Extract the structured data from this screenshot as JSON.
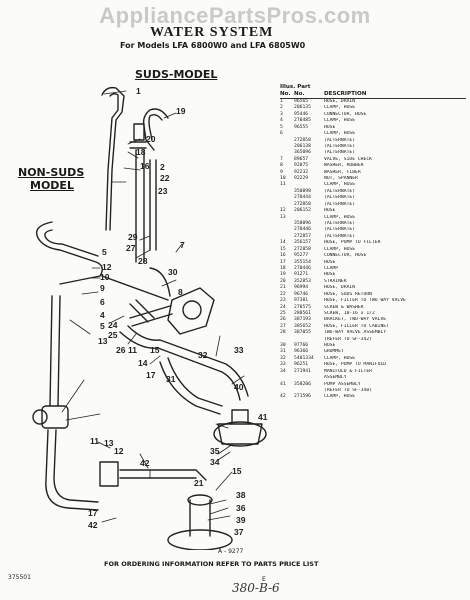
{
  "watermark": "AppliancePartsPros.com",
  "title": "WATER SYSTEM",
  "subtitle": "For Models LFA 6800W0 and LFA 6805W0",
  "suds_label": "SUDS-MODEL",
  "nonsuds_label_line1": "NON-SUDS",
  "nonsuds_label_line2": "MODEL",
  "parts_header": {
    "line1": "Illus. Part",
    "item": "No.",
    "part": "No.",
    "desc": "DESCRIPTION"
  },
  "parts": [
    {
      "item": "1",
      "part": "96565",
      "desc": "HOSE, DRAIN"
    },
    {
      "item": "2",
      "part": "206135",
      "desc": "CLAMP, HOSE"
    },
    {
      "item": "3",
      "part": "95446",
      "desc": "CONNECTOR, HOSE"
    },
    {
      "item": "4",
      "part": "270485",
      "desc": "CLAMP, HOSE"
    },
    {
      "item": "5",
      "part": "96555",
      "desc": "HOSE"
    },
    {
      "item": "6",
      "part": "",
      "desc": "CLAMP, HOSE"
    },
    {
      "item": "",
      "part": "272858",
      "desc": "(ALTERNATE)"
    },
    {
      "item": "",
      "part": "206138",
      "desc": "(ALTERNATE)"
    },
    {
      "item": "",
      "part": "365096",
      "desc": "(ALTERNATE)"
    },
    {
      "item": "7",
      "part": "89657",
      "desc": "VALVE, SIDE CHECK"
    },
    {
      "item": "8",
      "part": "92075",
      "desc": "WASHER, RUBBER"
    },
    {
      "item": "9",
      "part": "92232",
      "desc": "WASHER, FIBER"
    },
    {
      "item": "10",
      "part": "92229",
      "desc": "NUT, SPANNER"
    },
    {
      "item": "11",
      "part": "",
      "desc": "CLAMP, HOSE"
    },
    {
      "item": "",
      "part": "350098",
      "desc": "(ALTERNATE)"
    },
    {
      "item": "",
      "part": "270444",
      "desc": "(ALTERNATE)"
    },
    {
      "item": "",
      "part": "272858",
      "desc": "(ALTERNATE)"
    },
    {
      "item": "12",
      "part": "206152",
      "desc": "HOSE"
    },
    {
      "item": "13",
      "part": "",
      "desc": "CLAMP, HOSE"
    },
    {
      "item": "",
      "part": "358096",
      "desc": "(ALTERNATE)"
    },
    {
      "item": "",
      "part": "270446",
      "desc": "(ALTERNATE)"
    },
    {
      "item": "",
      "part": "272857",
      "desc": "(ALTERNATE)"
    },
    {
      "item": "14",
      "part": "356157",
      "desc": "HOSE, PUMP TO FILTER"
    },
    {
      "item": "15",
      "part": "272858",
      "desc": "CLAMP, HOSE"
    },
    {
      "item": "16",
      "part": "95277",
      "desc": "CONNECTOR, HOSE"
    },
    {
      "item": "17",
      "part": "355154",
      "desc": "HOSE"
    },
    {
      "item": "18",
      "part": "270446",
      "desc": "CLAMP"
    },
    {
      "item": "19",
      "part": "91271",
      "desc": "HOSE"
    },
    {
      "item": "20",
      "part": "352853",
      "desc": "STRAINER"
    },
    {
      "item": "21",
      "part": "96994",
      "desc": "HOSE, DRAIN"
    },
    {
      "item": "22",
      "part": "96746",
      "desc": "HOSE, SUDS RETURN"
    },
    {
      "item": "23",
      "part": "97381",
      "desc": "HOSE, FILTER TO TWO WAY VALVE"
    },
    {
      "item": "24",
      "part": "270575",
      "desc": "SCREW & WASHER"
    },
    {
      "item": "25",
      "part": "280561",
      "desc": "SCREW, 10-16 x 1/2"
    },
    {
      "item": "26",
      "part": "387193",
      "desc": "BRACKET, TWO-WAY VALVE"
    },
    {
      "item": "27",
      "part": "385652",
      "desc": "HOSE, FILLER TO CABINET"
    },
    {
      "item": "28",
      "part": "387055",
      "desc": "TWO-WAY VALVE ASSEMBLY"
    },
    {
      "item": "",
      "part": "",
      "desc": "(REFER TO SF-342)"
    },
    {
      "item": "30",
      "part": "97766",
      "desc": "HOSE"
    },
    {
      "item": "31",
      "part": "96366",
      "desc": "GROMMET"
    },
    {
      "item": "32",
      "part": "5401334",
      "desc": "CLAMP, HOSE"
    },
    {
      "item": "33",
      "part": "96251",
      "desc": "HOSE, PUMP TO MANIFOLD"
    },
    {
      "item": "34",
      "part": "271941",
      "desc": "MANIFOLD & FILTER"
    },
    {
      "item": "",
      "part": "",
      "desc": "ASSEMBLY"
    },
    {
      "item": "41",
      "part": "358206",
      "desc": "PUMP ASSEMBLY"
    },
    {
      "item": "",
      "part": "",
      "desc": "(REFER TO SF-340)"
    },
    {
      "item": "42",
      "part": "271596",
      "desc": "CLAMP, HOSE"
    }
  ],
  "callouts": [
    "1",
    "19",
    "20",
    "18",
    "16",
    "2",
    "22",
    "23",
    "5",
    "12",
    "10",
    "9",
    "6",
    "4",
    "5",
    "13",
    "29",
    "27",
    "28",
    "30",
    "7",
    "8",
    "24",
    "25",
    "26",
    "11",
    "15",
    "14",
    "32",
    "33",
    "31",
    "17",
    "40",
    "41",
    "35",
    "34",
    "11",
    "13",
    "12",
    "42",
    "17",
    "42",
    "15",
    "38",
    "39",
    "36",
    "37",
    "21"
  ],
  "figure_number": "A - 9277",
  "order_note": "FOR ORDERING INFORMATION REFER TO PARTS PRICE LIST",
  "corner_code": "375501",
  "page_letter": "E",
  "handwritten": "380-B-6"
}
